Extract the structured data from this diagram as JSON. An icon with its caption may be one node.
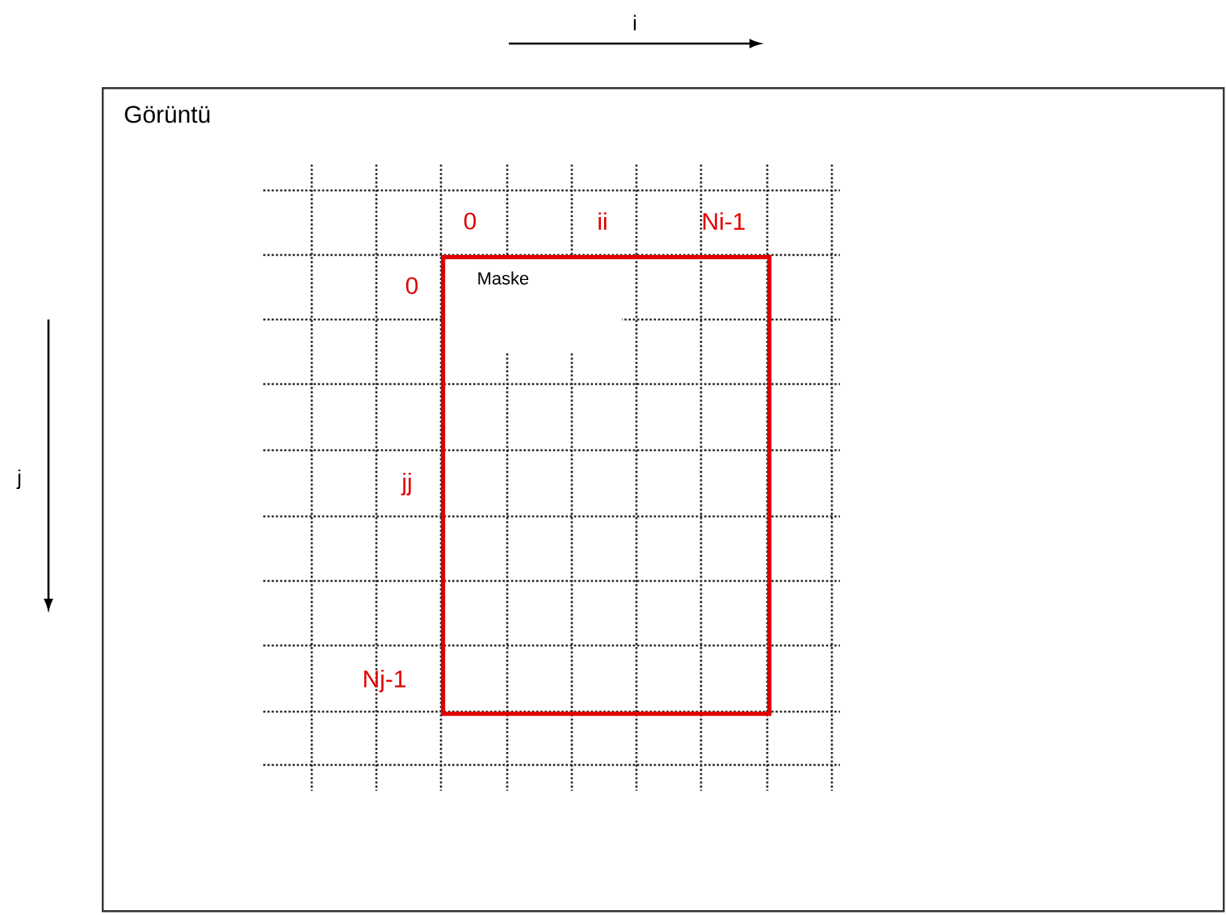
{
  "diagram": {
    "nodes": [
      {
        "text": [
          "Görüntü"
        ]
      },
      {
        "text": [
          "Maske"
        ],
        "in": 0
      }
    ],
    "labels": [
      "i",
      "j",
      "0",
      "ii",
      "Ni-1",
      "0",
      "jj",
      "Nj-1"
    ]
  }
}
